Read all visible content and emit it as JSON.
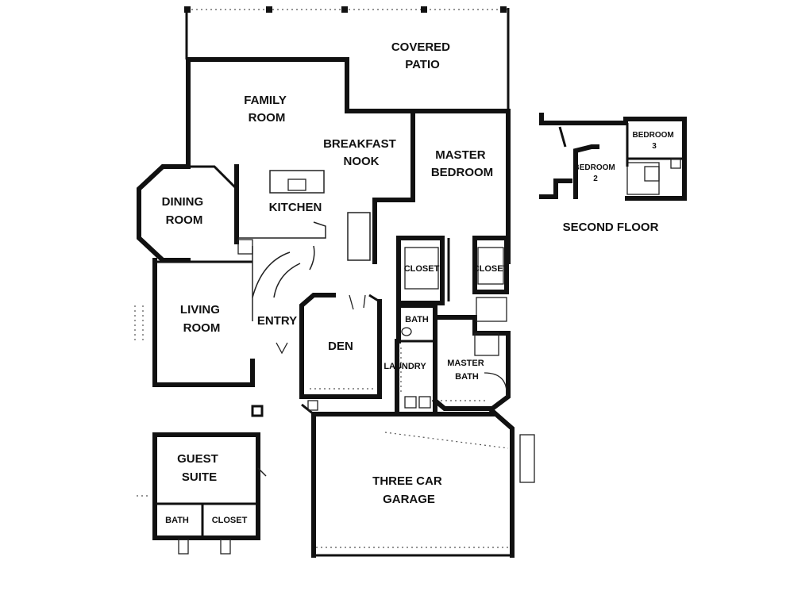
{
  "rooms": {
    "covered_patio": [
      "COVERED",
      "PATIO"
    ],
    "family_room": [
      "FAMILY",
      "ROOM"
    ],
    "breakfast_nook": [
      "BREAKFAST",
      "NOOK"
    ],
    "master_bedroom": [
      "MASTER",
      "BEDROOM"
    ],
    "dining_room": [
      "DINING",
      "ROOM"
    ],
    "kitchen": "KITCHEN",
    "closet_left": "CLOSET",
    "closet_right": "CLOSET",
    "living_room": [
      "LIVING",
      "ROOM"
    ],
    "entry": "ENTRY",
    "bath_main": "BATH",
    "den": "DEN",
    "laundry": "LAUNDRY",
    "master_bath": [
      "MASTER",
      "BATH"
    ],
    "guest_suite": [
      "GUEST",
      "SUITE"
    ],
    "three_car_garage": [
      "THREE CAR",
      "GARAGE"
    ],
    "guest_bath": "BATH",
    "guest_closet": "CLOSET"
  },
  "second_floor": {
    "caption": "SECOND FLOOR",
    "bedroom_3": [
      "BEDROOM",
      "3"
    ],
    "bedroom_2": [
      "BEDROOM",
      "2"
    ]
  }
}
